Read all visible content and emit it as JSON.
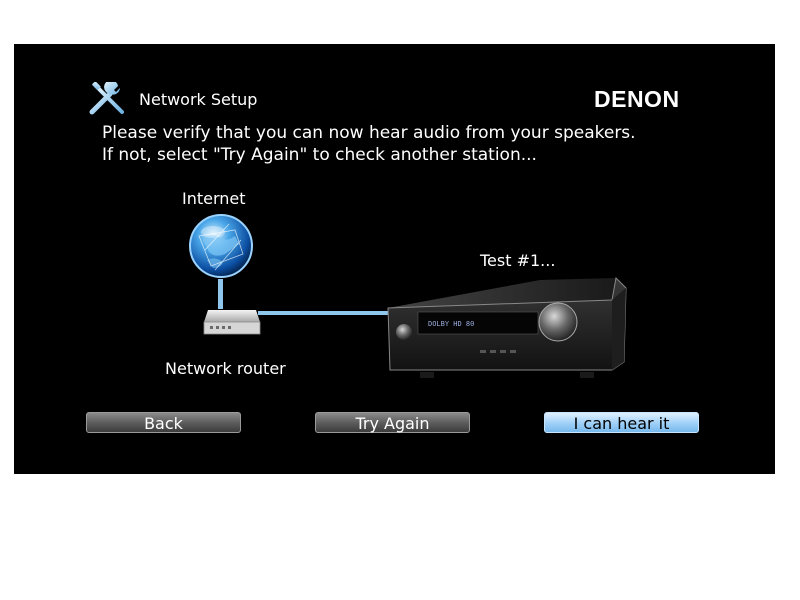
{
  "header": {
    "title": "Network Setup",
    "brand": "DENON",
    "icon": "tools-icon"
  },
  "message": {
    "line1": "Please verify that you can now hear audio from your speakers.",
    "line2": "If not, select \"Try Again\" to check another station..."
  },
  "diagram": {
    "internet_label": "Internet",
    "router_label": "Network router",
    "test_label": "Test #1..."
  },
  "buttons": {
    "back": "Back",
    "try_again": "Try Again",
    "hear": "I can hear it"
  },
  "colors": {
    "screen_bg": "#000000",
    "connection_line": "#8fc7ec",
    "selected_button": "#9fd0f8"
  }
}
